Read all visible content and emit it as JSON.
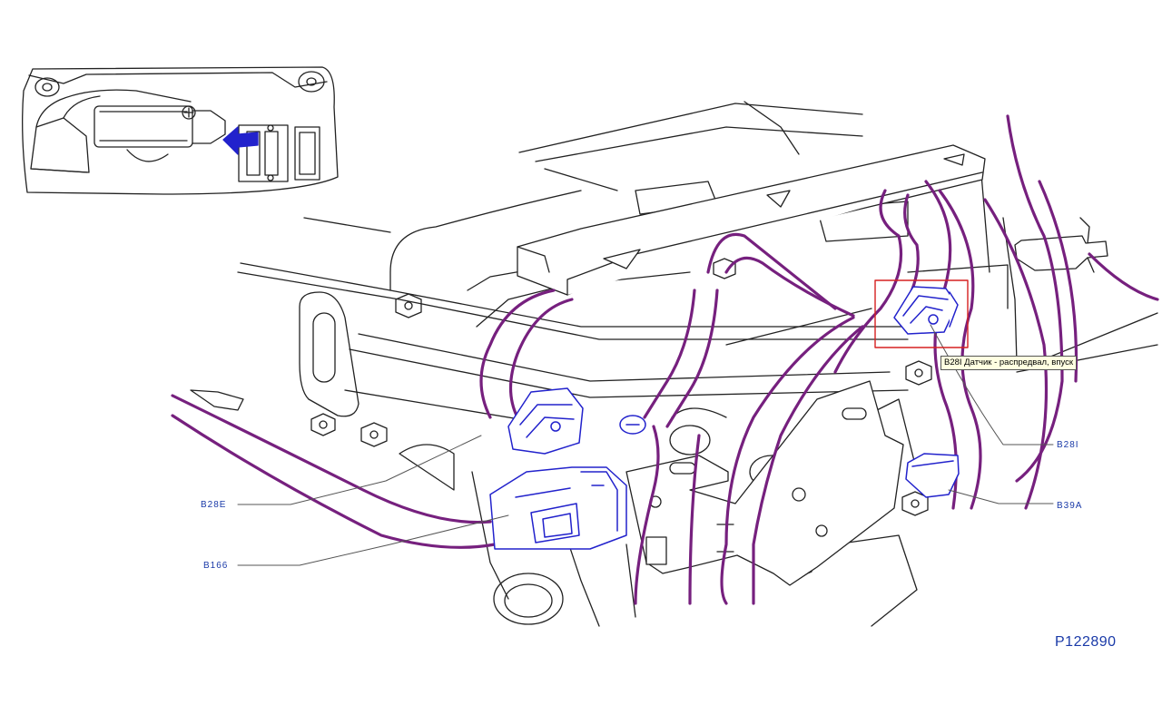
{
  "tooltip": {
    "text": "B28I Датчик - распредвал, впуск"
  },
  "figure_id": "P122890",
  "callouts": [
    {
      "id": "B28I"
    },
    {
      "id": "B39A"
    },
    {
      "id": "B28E"
    },
    {
      "id": "B166"
    }
  ],
  "colors": {
    "line": "#222222",
    "harness": "#76207e",
    "component": "#2222cc",
    "label": "#1a3aa8",
    "highlight": "#d62020"
  }
}
